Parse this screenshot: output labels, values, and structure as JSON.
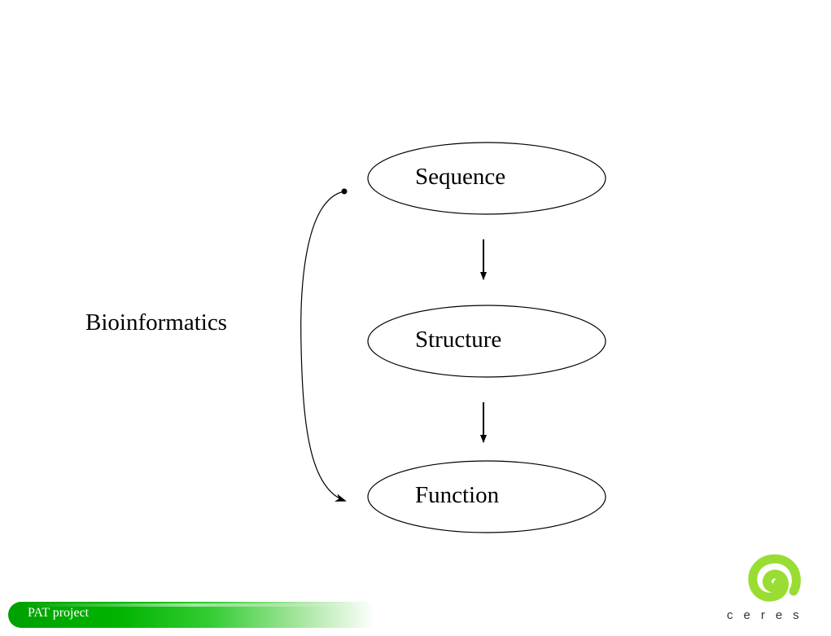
{
  "diagram": {
    "nodes": [
      {
        "id": "sequence",
        "label": "Sequence"
      },
      {
        "id": "structure",
        "label": "Structure"
      },
      {
        "id": "function",
        "label": "Function"
      }
    ],
    "side_label": "Bioinformatics"
  },
  "footer": {
    "text": "PAT project",
    "logo_wordmark": "ceres",
    "accent_color": "#00b400",
    "logo_color": "#99dd33"
  }
}
